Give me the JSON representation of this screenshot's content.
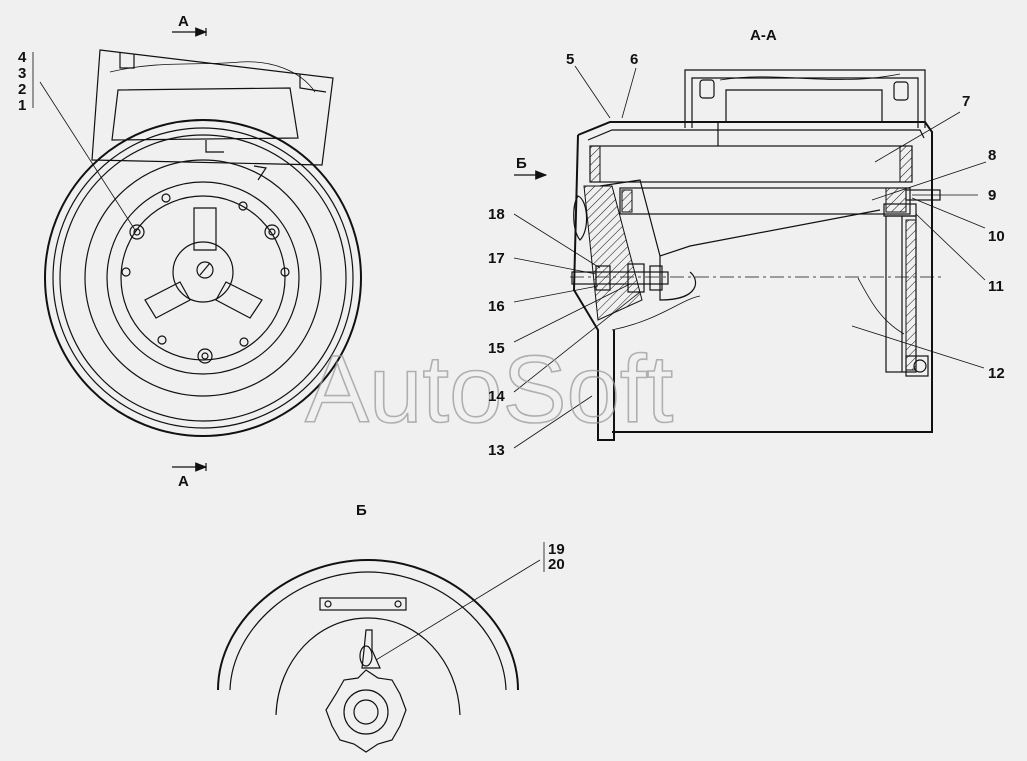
{
  "view_labels": {
    "section_top": "А",
    "section_bottom": "А",
    "section_view": "А-А",
    "detail_arrow": "Б",
    "detail_view": "Б"
  },
  "callouts": {
    "left_stack": [
      "4",
      "3",
      "2",
      "1"
    ],
    "c5": "5",
    "c6": "6",
    "c7": "7",
    "c8": "8",
    "c9": "9",
    "c10": "10",
    "c11": "11",
    "c12": "12",
    "c13": "13",
    "c14": "14",
    "c15": "15",
    "c16": "16",
    "c17": "17",
    "c18": "18",
    "detail_stack": [
      "19",
      "20"
    ]
  },
  "watermark": "AutoSoft",
  "colors": {
    "background": "#f0f0f0",
    "ink": "#111111",
    "watermark": "#9a9a9a"
  }
}
